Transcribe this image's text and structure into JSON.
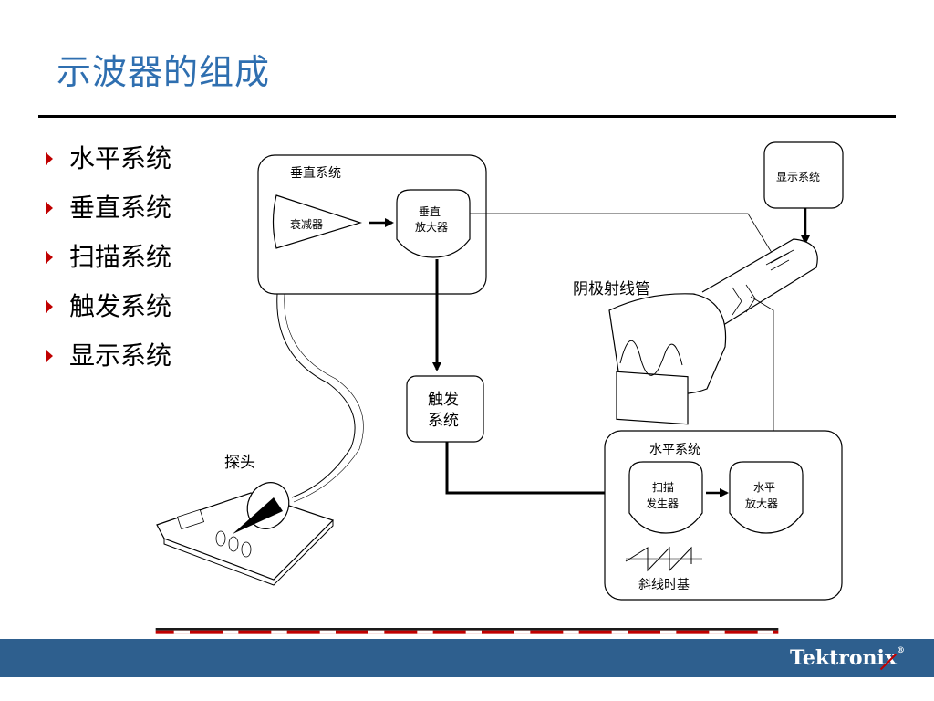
{
  "slide": {
    "title": "示波器的组成",
    "bullets": [
      "水平系统",
      "垂直系统",
      "扫描系统",
      "触发系统",
      "显示系统"
    ]
  },
  "diagram": {
    "vertical_system": "垂直系统",
    "attenuator": "衰减器",
    "vertical_amp_line1": "垂直",
    "vertical_amp_line2": "放大器",
    "display_system": "显示系统",
    "crt": "阴极射线管",
    "trigger_line1": "触发",
    "trigger_line2": "系统",
    "probe": "探头",
    "horizontal_system": "水平系统",
    "sweep_line1": "扫描",
    "sweep_line2": "发生器",
    "horizontal_amp_line1": "水平",
    "horizontal_amp_line2": "放大器",
    "ramp_timebase": "斜线时基"
  },
  "footer": {
    "brand": "Tektronix",
    "brand_mark": "®"
  },
  "colors": {
    "title": "#2f6fb0",
    "bullet": "#c00000",
    "footer_bar": "#2e5f8e",
    "footer_stripe": "#c00000"
  }
}
